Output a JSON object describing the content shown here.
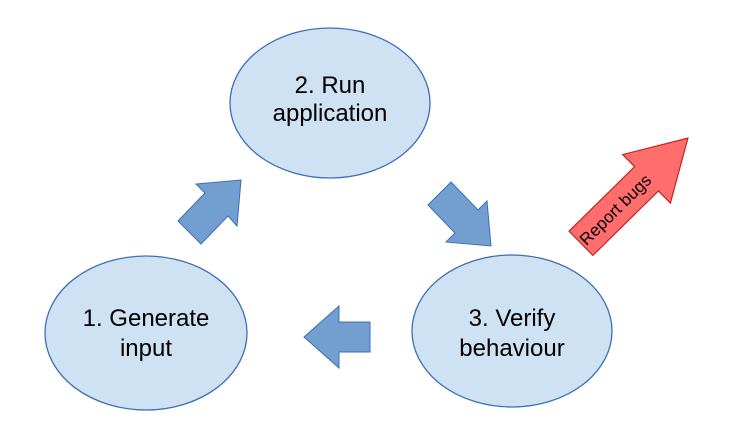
{
  "colors": {
    "node_fill": "#cfe2f3",
    "node_stroke": "#3d6fb6",
    "cycle_arrow_fill": "#729fcf",
    "cycle_arrow_stroke": "#3d6fb6",
    "report_arrow_fill": "#ff6d6d",
    "report_arrow_stroke": "#c9211e"
  },
  "nodes": {
    "generate": {
      "line1": "1. Generate",
      "line2": "input"
    },
    "run": {
      "line1": "2. Run",
      "line2": "application"
    },
    "verify": {
      "line1": "3. Verify",
      "line2": "behaviour"
    }
  },
  "arrows": {
    "report_label": "Report bugs"
  }
}
